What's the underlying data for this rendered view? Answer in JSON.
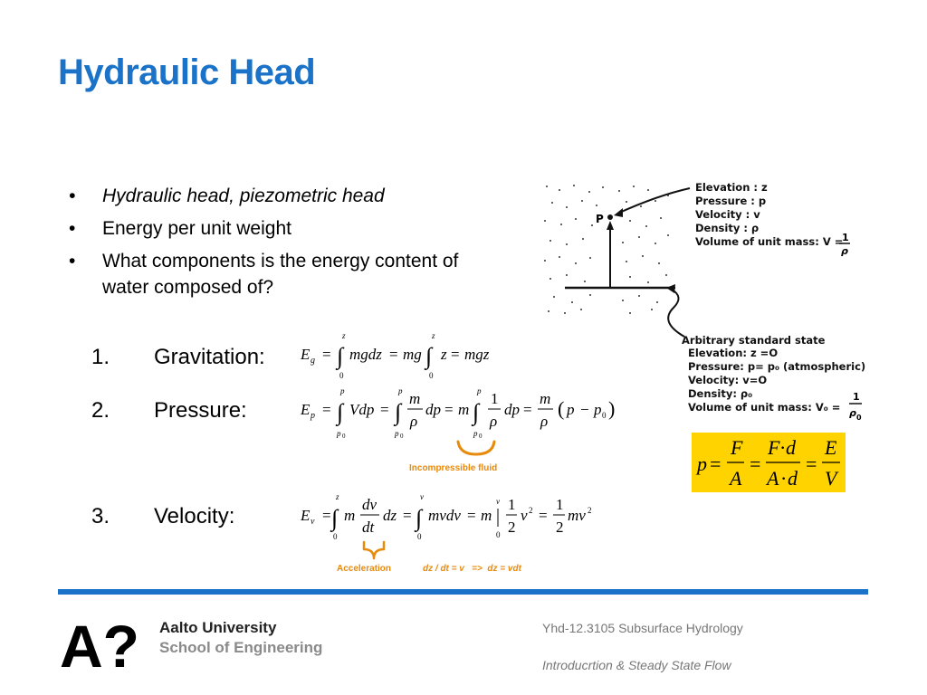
{
  "title": "Hydraulic Head",
  "bullets": [
    "Hydraulic head, piezometric head",
    "Energy per unit weight",
    "What components is the energy content of water composed of?"
  ],
  "items": [
    {
      "num": "1.",
      "label": "Gravitation:"
    },
    {
      "num": "2.",
      "label": "Pressure:"
    },
    {
      "num": "3.",
      "label": "Velocity:"
    }
  ],
  "annotations": {
    "incompressible": "Incompressible fluid",
    "acceleration": "Acceleration",
    "velocity_note": "dz / dt = v   =>  dz = vdt"
  },
  "diagram": {
    "point_label": "P",
    "top_labels": [
      "Elevation : z",
      "Pressure : p",
      "Velocity : v",
      "Density : ρ",
      "Volume of unit mass: V ="
    ],
    "standard_state_title": "Arbitrary standard state",
    "standard_state_labels": [
      "Elevation: z =O",
      "Pressure: p= p₀ (atmospheric)",
      "Velocity: v=O",
      "Density: ρ₀",
      "Volume of unit mass: V₀ ="
    ]
  },
  "footer": {
    "university": "Aalto University",
    "school": "School of Engineering",
    "logo": "A?",
    "course": "Yhd-12.3105 Subsurface Hydrology",
    "subtitle": "Introducrtion & Steady State Flow"
  },
  "colors": {
    "accent": "#1a73c8",
    "highlight": "#ffd300",
    "annotation": "#e88a0c"
  }
}
